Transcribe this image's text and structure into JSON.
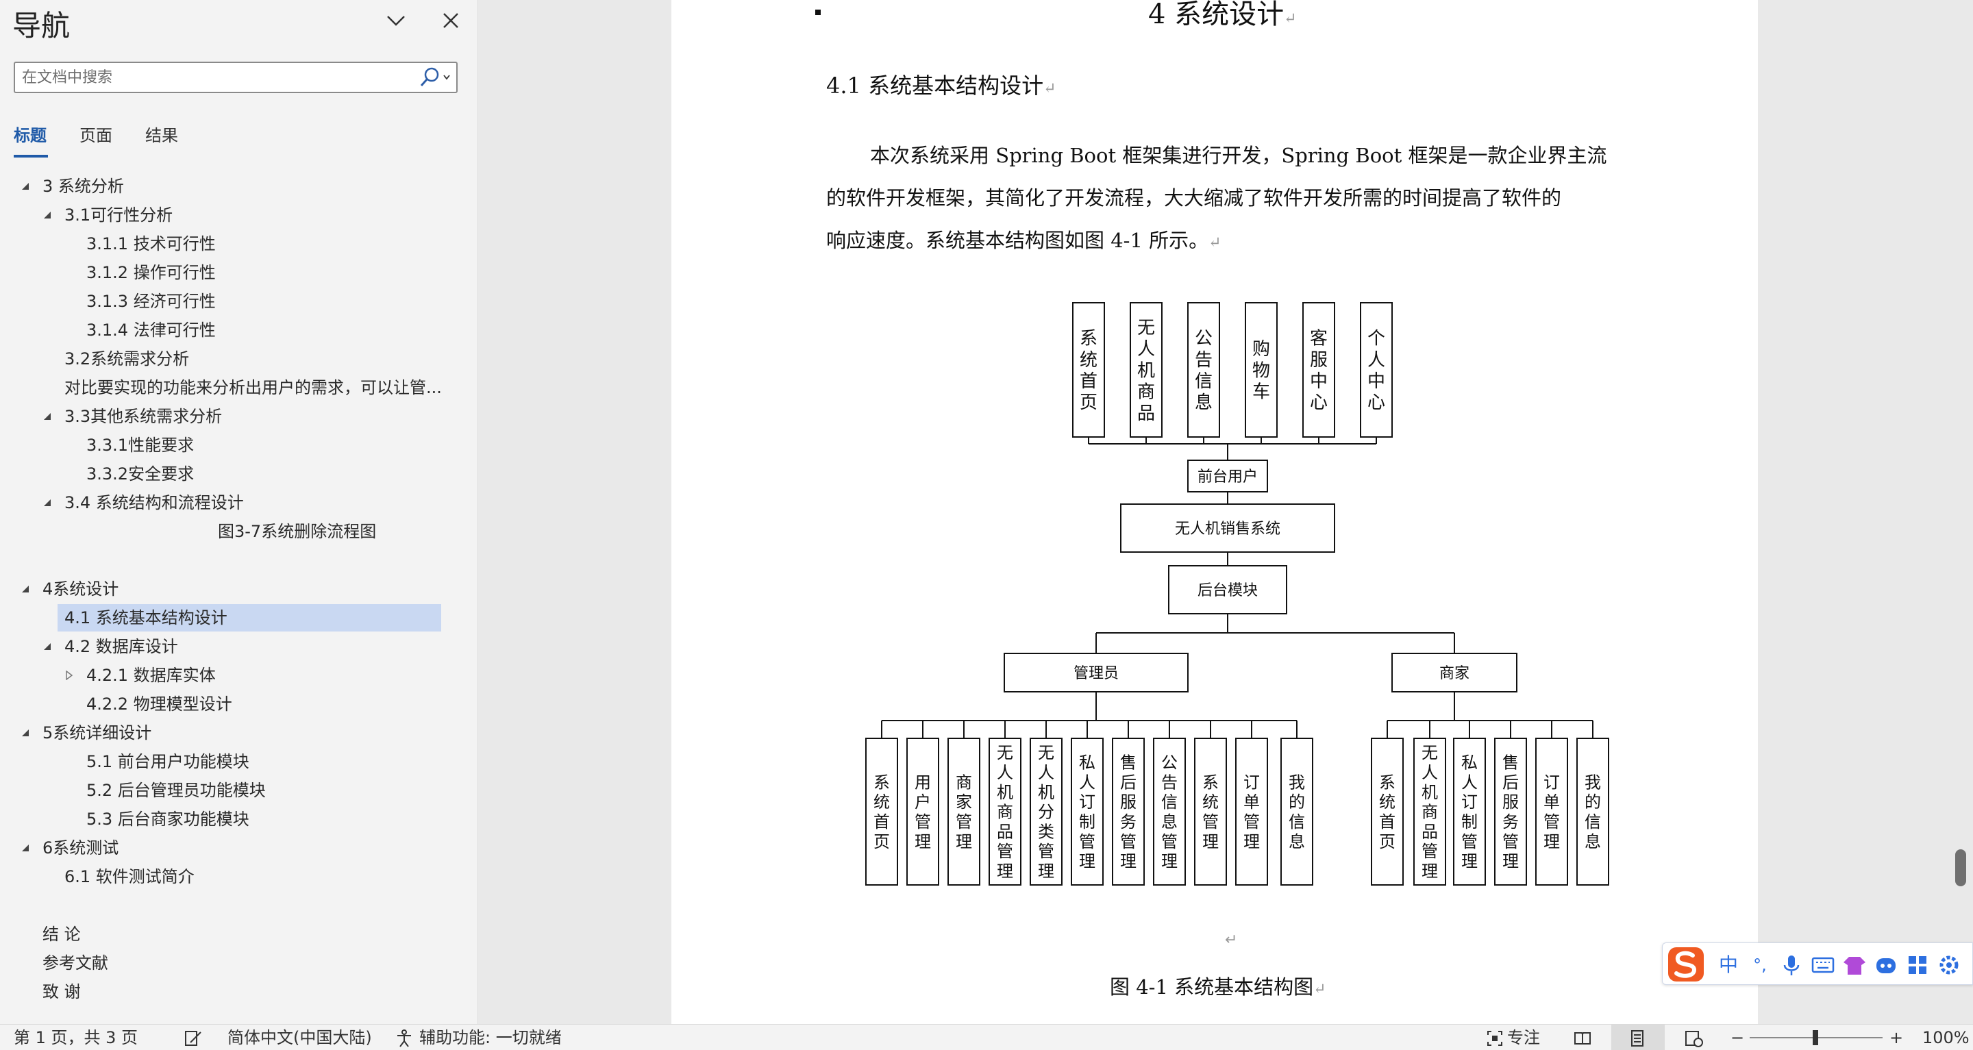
{
  "nav": {
    "title": "导航",
    "search_placeholder": "在文档中搜索",
    "tabs": [
      "标题",
      "页面",
      "结果"
    ],
    "headings": [
      {
        "label": "3 系统分析"
      },
      {
        "label": "3.1可行性分析"
      },
      {
        "label": "3.1.1 技术可行性"
      },
      {
        "label": "3.1.2 操作可行性"
      },
      {
        "label": "3.1.3 经济可行性"
      },
      {
        "label": "3.1.4 法律可行性"
      },
      {
        "label": "3.2系统需求分析"
      },
      {
        "label": "对比要实现的功能来分析出用户的需求，可以让管..."
      },
      {
        "label": "3.3其他系统需求分析"
      },
      {
        "label": "3.3.1性能要求"
      },
      {
        "label": "3.3.2安全要求"
      },
      {
        "label": "3.4 系统结构和流程设计"
      },
      {
        "label": "图3-7系统删除流程图"
      },
      {
        "label": "4系统设计"
      },
      {
        "label": "4.1 系统基本结构设计"
      },
      {
        "label": "4.2 数据库设计"
      },
      {
        "label": "4.2.1 数据库实体"
      },
      {
        "label": "4.2.2 物理模型设计"
      },
      {
        "label": "5系统详细设计"
      },
      {
        "label": "5.1 前台用户功能模块"
      },
      {
        "label": "5.2 后台管理员功能模块"
      },
      {
        "label": "5.3 后台商家功能模块"
      },
      {
        "label": "6系统测试"
      },
      {
        "label": "6.1 软件测试简介"
      },
      {
        "label": "结  论"
      },
      {
        "label": "参考文献"
      },
      {
        "label": "致  谢"
      }
    ]
  },
  "document": {
    "chapter_title": "4 系统设计",
    "section_title": "4.1   系统基本结构设计",
    "paragraph_lines": [
      "本次系统采用 Spring Boot 框架集进行开发，Spring Boot 框架是一款企业界主流",
      "的软件开发框架，其简化了开发流程，大大缩减了软件开发所需的时间提高了软件的",
      "响应速度。系统基本结构图如图 4-1 所示。"
    ],
    "return_mark": "↵",
    "figure_caption": "图 4-1   系统基本结构图",
    "diagram": {
      "front_modules": [
        "系统首页",
        "无人机商品",
        "公告信息",
        "购物车",
        "客服中心",
        "个人中心"
      ],
      "front_user": "前台用户",
      "system": "无人机销售系统",
      "backend": "后台模块",
      "admin": "管理员",
      "merchant": "商家",
      "admin_modules": [
        "系统首页",
        "用户管理",
        "商家管理",
        "无人机商品管理",
        "无人机分类管理",
        "私人订制管理",
        "售后服务管理",
        "公告信息管理",
        "系统管理",
        "订单管理",
        "我的信息"
      ],
      "merchant_modules": [
        "系统首页",
        "无人机商品管理",
        "私人订制管理",
        "售后服务管理",
        "订单管理",
        "我的信息"
      ]
    }
  },
  "ime": {
    "mode": "中",
    "punct": "°,"
  },
  "status": {
    "page": "第 1 页，共 3 页",
    "language": "简体中文(中国大陆)",
    "accessibility": "辅助功能: 一切就绪",
    "focus": "专注",
    "zoom_minus": "−",
    "zoom_plus": "+",
    "zoom": "100%"
  }
}
